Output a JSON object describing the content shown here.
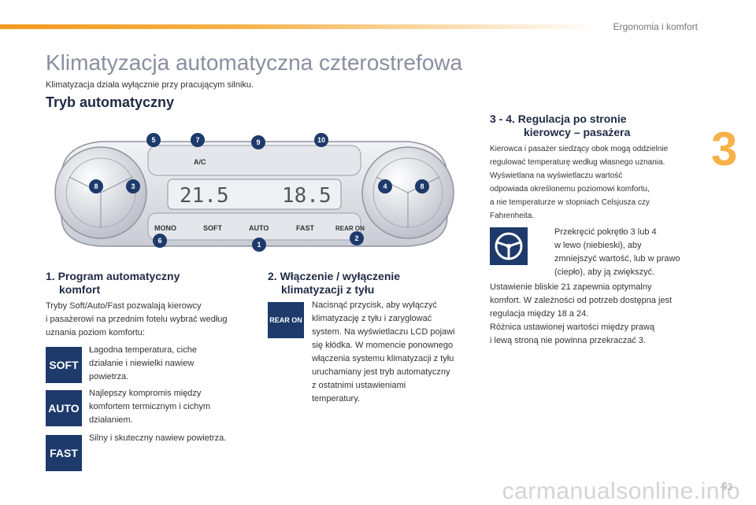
{
  "header": {
    "section_label": "Ergonomia i komfort",
    "tab_number": "3"
  },
  "title": "Klimatyzacja automatyczna czterostrefowa",
  "intro": "Klimatyzacja działa wyłącznie przy pracującym silniku.",
  "auto_mode_heading": "Tryb automatyczny",
  "panel": {
    "left_display": "21.5",
    "right_display": "18.5",
    "buttons": [
      "MONO",
      "SOFT",
      "AUTO",
      "FAST",
      "REAR ON",
      "A/C"
    ],
    "callouts": [
      "5",
      "7",
      "9",
      "10",
      "8",
      "3",
      "4",
      "8",
      "6",
      "1",
      "2"
    ]
  },
  "section1": {
    "heading_line1": "1. Program automatyczny",
    "heading_line2": "komfort",
    "text_lines": [
      "Tryby Soft/Auto/Fast pozwalają kierowcy",
      "i pasażerowi na przednim fotelu wybrać według",
      "uznania poziom komfortu:"
    ],
    "items": [
      {
        "icon": "SOFT",
        "lines": [
          "Łagodna temperatura, ciche",
          "działanie i niewielki nawiew",
          "powietrza."
        ]
      },
      {
        "icon": "AUTO",
        "lines": [
          "Najlepszy kompromis między",
          "komfortem termicznym i cichym",
          "działaniem."
        ]
      },
      {
        "icon": "FAST",
        "lines": [
          "Silny i skuteczny nawiew powietrza."
        ]
      }
    ]
  },
  "section2": {
    "heading_line1": "2. Włączenie / wyłączenie",
    "heading_line2": "klimatyzacji z tyłu",
    "icon": "REAR ON",
    "lines": [
      "Nacisnąć przycisk, aby wyłączyć",
      "klimatyzację z tyłu i zaryglować",
      "system. Na wyświetlaczu LCD pojawi",
      "się kłódka. W momencie ponownego",
      "włączenia systemu klimatyzacji z tyłu",
      "uruchamiany jest tryb automatyczny",
      "z ostatnimi ustawieniami",
      "temperatury."
    ]
  },
  "section34": {
    "heading_line1": "3 - 4. Regulacja po stronie",
    "heading_line2": "kierowcy – pasażera",
    "lines": [
      "Kierowca i pasażer siedzący obok mogą oddzielnie",
      "regulować temperaturę według własnego uznania.",
      "Wyświetlana na wyświetlaczu wartość",
      "odpowiada określonemu poziomowi komfortu,",
      "a nie temperaturze w stopniach Celsjusza czy",
      "Fahrenheita."
    ],
    "bullet_symbol": "",
    "bullet_lines": [
      "Przekręcić pokrętło 3 lub 4",
      "w lewo (niebieski), aby",
      "zmniejszyć wartość, lub w prawo",
      "(ciepło), aby ją zwiększyć."
    ],
    "note_lines": [
      "Ustawienie bliskie 21 zapewnia optymalny",
      "komfort. W zależności od potrzeb dostępna jest",
      "regulacja między 18 a 24.",
      "Różnica ustawionej wartości między prawą",
      "i lewą stroną nie powinna przekraczać 3."
    ]
  },
  "footer": {
    "page_number": "93",
    "watermark": "carmanualsonline.info"
  }
}
